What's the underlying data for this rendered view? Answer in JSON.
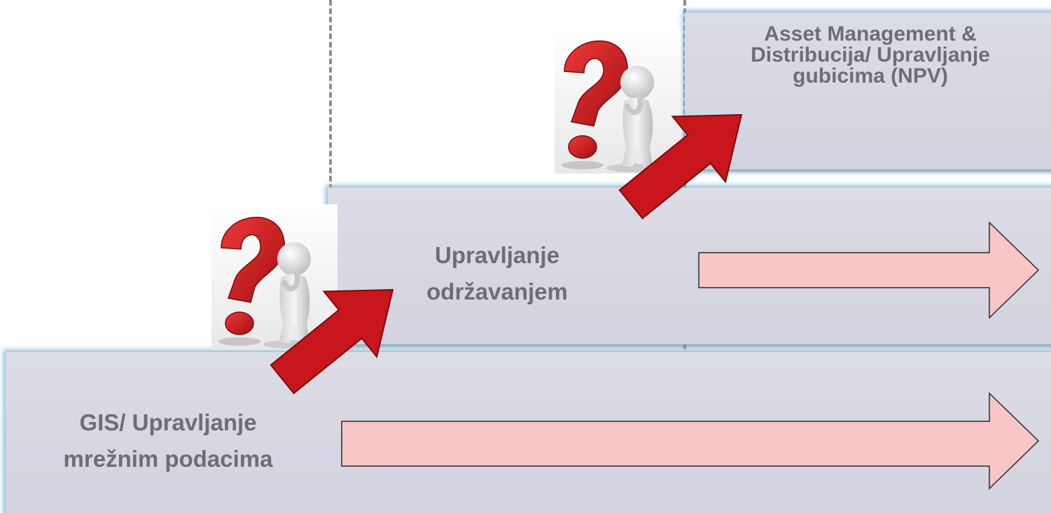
{
  "levels": {
    "top": {
      "label": "Asset Management &\nDistribucija/ Upravljanje\ngubicima (NPV)"
    },
    "middle": {
      "label": "Upravljanje\nodržavanjem"
    },
    "bottom": {
      "label": "GIS/ Upravljanje\nmrežnim podacima"
    }
  },
  "icons": {
    "question_figure": "thinking-figure-question-mark-icon",
    "step_arrow": "red-step-up-arrow-icon",
    "progress_arrow": "pink-progress-arrow-icon"
  },
  "colors": {
    "block_fill": "#d6d6e1",
    "block_glow": "#78afcd",
    "label_text": "#6e6e72",
    "step_arrow": "#c8161c",
    "progress_arrow": "#f8c6c6",
    "question_mark": "#d21c1c"
  }
}
